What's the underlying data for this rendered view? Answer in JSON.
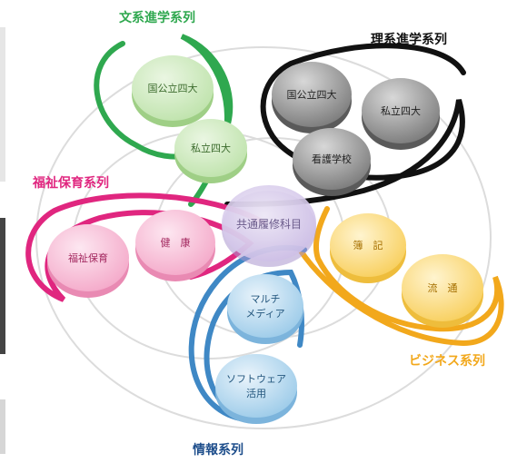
{
  "categories": {
    "bunkei": {
      "title": "文系進学系列",
      "color": "#2fa84f"
    },
    "rikei": {
      "title": "理系進学系列",
      "color": "#111111"
    },
    "fukushi": {
      "title": "福祉保育系列",
      "color": "#e0267f"
    },
    "business": {
      "title": "ビジネス系列",
      "color": "#f2a81c"
    },
    "joho": {
      "title": "情報系列",
      "color": "#1f4f8c"
    }
  },
  "center": {
    "label": "共通履修科目",
    "color": "#b7a2d6"
  },
  "nodes": {
    "kokko_bun": "国公立四大",
    "shiritsu_bun": "私立四大",
    "kokko_ri": "国公立四大",
    "shiritsu_ri": "私立四大",
    "kango": "看護学校",
    "fukushi_hoiku": "福祉保育",
    "kenko": "健　康",
    "boki": "簿　記",
    "ryutsu": "流　通",
    "multi_1": "マルチ",
    "multi_2": "メディア",
    "soft_1": "ソフトウェア",
    "soft_2": "活用"
  }
}
